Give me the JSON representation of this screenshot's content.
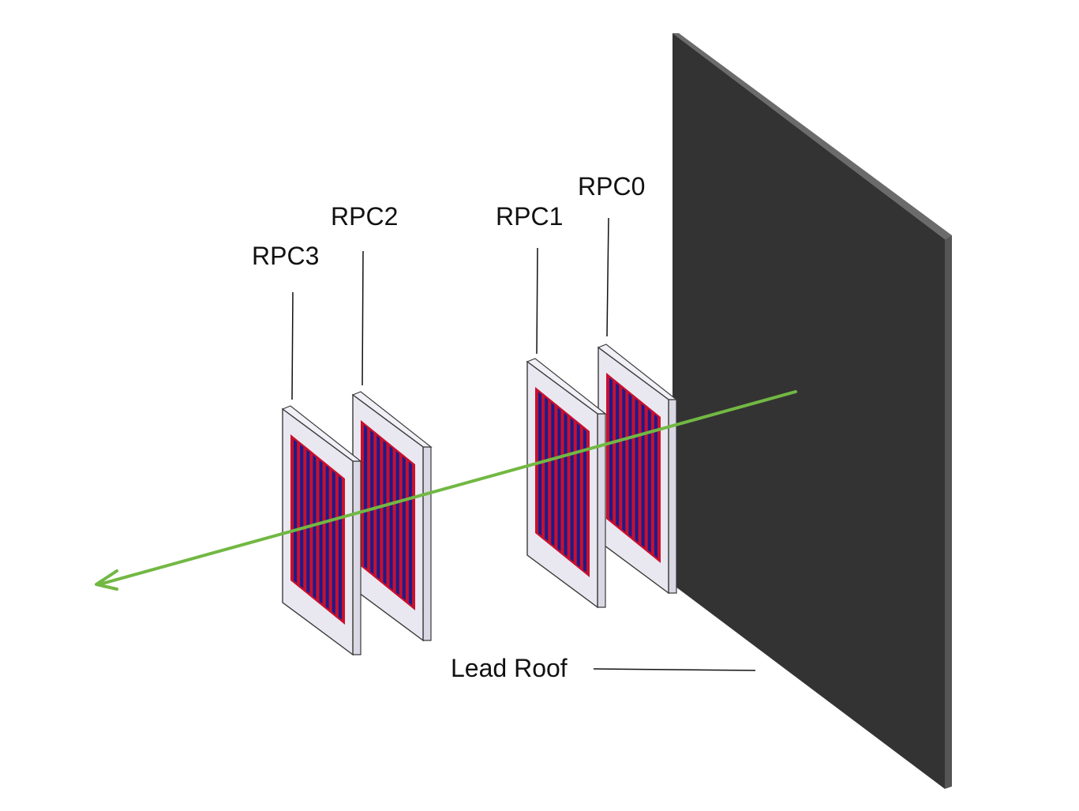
{
  "labels": {
    "rpc0": "RPC0",
    "rpc1": "RPC1",
    "rpc2": "RPC2",
    "rpc3": "RPC3",
    "lead_roof": "Lead Roof"
  },
  "colors": {
    "lead_roof": "#333333",
    "lead_roof_edge": "#6b6b6b",
    "muon_track": "#72b843",
    "strip_red": "#c8102e",
    "strip_blue": "#1c1c8c",
    "frame_fill": "#e9e8f1",
    "frame_edge": "#3a3a3a",
    "leader_line": "#111111"
  },
  "icons": {
    "track_arrowhead": "arrow-head-icon"
  }
}
